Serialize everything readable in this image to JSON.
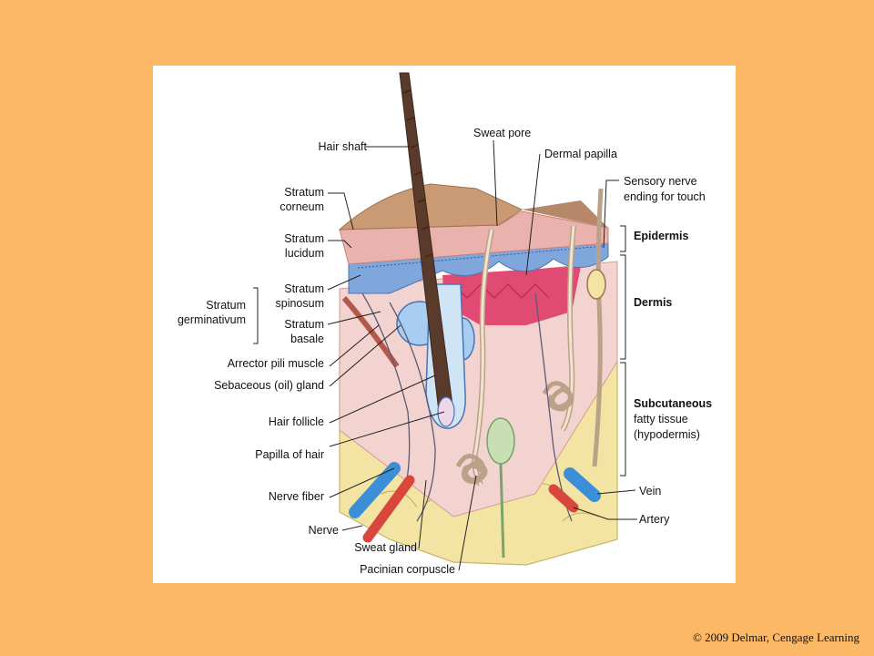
{
  "figure": {
    "labels_left": {
      "hair_shaft": "Hair shaft",
      "stratum_corneum_1": "Stratum",
      "stratum_corneum_2": "corneum",
      "stratum_lucidum_1": "Stratum",
      "stratum_lucidum_2": "lucidum",
      "stratum_spinosum_1": "Stratum",
      "stratum_spinosum_2": "spinosum",
      "stratum_basale_1": "Stratum",
      "stratum_basale_2": "basale",
      "stratum_germinativum_1": "Stratum",
      "stratum_germinativum_2": "germinativum",
      "arrector_pili": "Arrector pili muscle",
      "sebaceous_gland": "Sebaceous (oil) gland",
      "hair_follicle": "Hair follicle",
      "papilla_of_hair": "Papilla of hair",
      "nerve_fiber": "Nerve fiber",
      "nerve": "Nerve",
      "sweat_gland": "Sweat gland",
      "pacinian_corpuscle": "Pacinian corpuscle"
    },
    "labels_top": {
      "sweat_pore": "Sweat pore",
      "dermal_papilla": "Dermal papilla",
      "sensory_nerve_1": "Sensory nerve",
      "sensory_nerve_2": "ending for touch"
    },
    "labels_right": {
      "epidermis": "Epidermis",
      "dermis": "Dermis",
      "subcutaneous_1": "Subcutaneous",
      "subcutaneous_2": "fatty tissue",
      "subcutaneous_3": "(hypodermis)",
      "vein": "Vein",
      "artery": "Artery"
    }
  },
  "copyright": "© 2009 Delmar, Cengage Learning",
  "colors": {
    "background": "#fcb865",
    "panel": "#ffffff",
    "surface": "#c99a74",
    "epidermis": "#e9b2ad",
    "blue_layer": "#7fa7dc",
    "papilla_red": "#e04a73",
    "dermis": "#f3d3cf",
    "fat": "#f4e4a3",
    "hair": "#5a3a2a",
    "vein": "#3b8fd6",
    "artery": "#d9463b"
  }
}
